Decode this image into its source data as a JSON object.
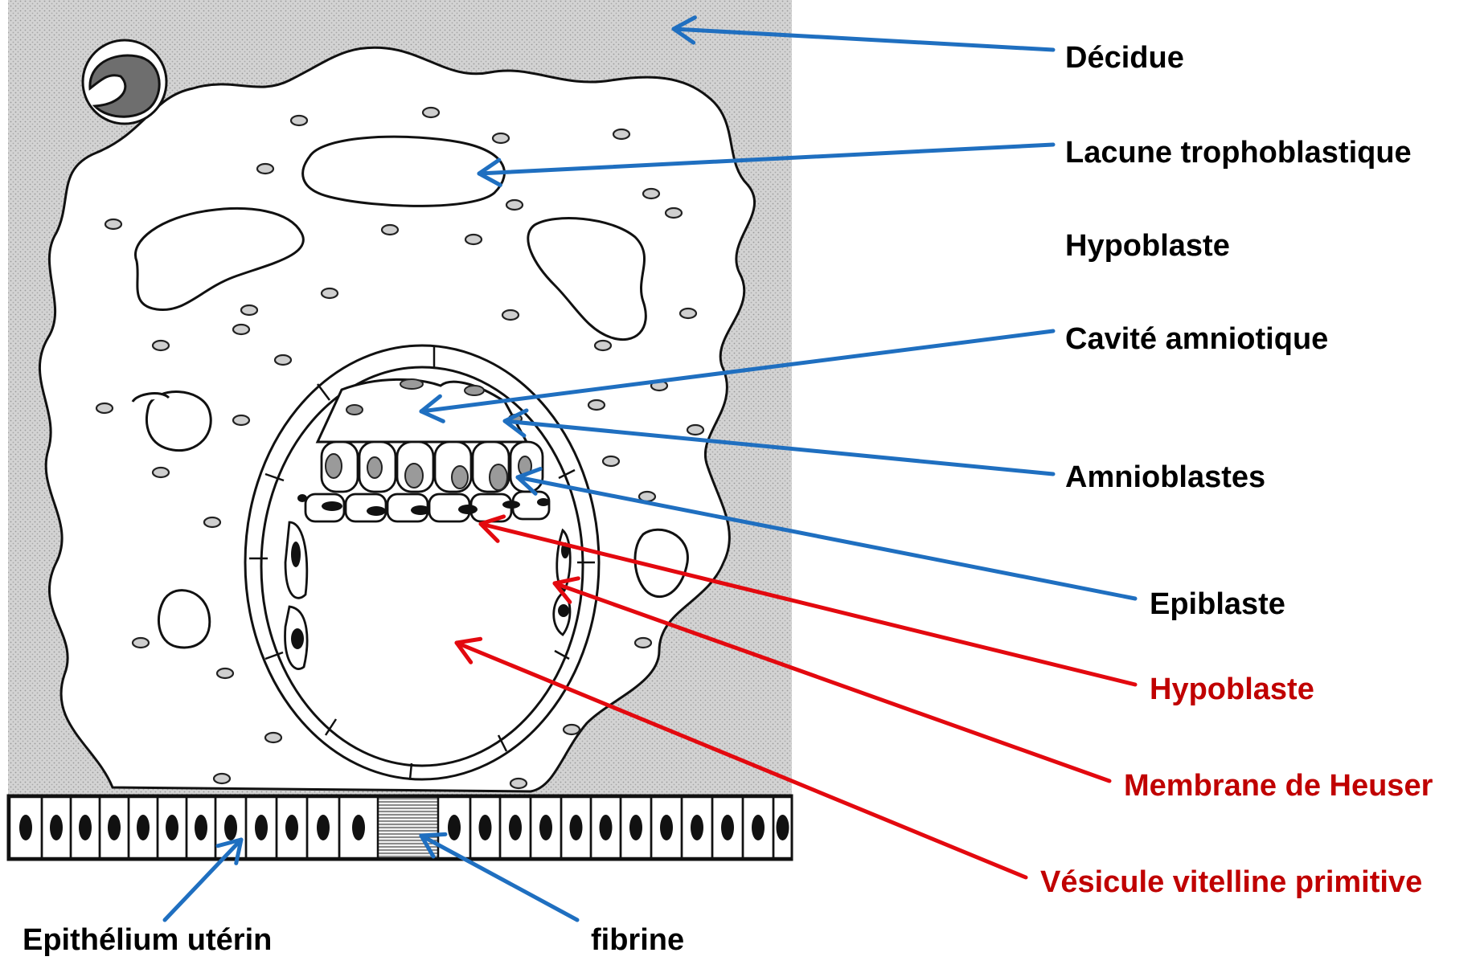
{
  "colors": {
    "blue_arrow": "#1f6fc0",
    "red_arrow": "#e3090f",
    "red_text": "#c00000",
    "black_text": "#000000",
    "decidua_fill": "#cfcfcf",
    "outline": "#111111"
  },
  "labels": {
    "decidue": "Décidue",
    "lacune": "Lacune trophoblastique",
    "hypoblaste_black": "Hypoblaste",
    "cavite": "Cavité amniotique",
    "amnioblastes": "Amnioblastes",
    "epiblaste": "Epiblaste",
    "hypoblaste_red": "Hypoblaste",
    "heuser": "Membrane de Heuser",
    "vesicule": "Vésicule vitelline primitive",
    "epithelium": "Epithélium utérin",
    "fibrine": "fibrine"
  }
}
